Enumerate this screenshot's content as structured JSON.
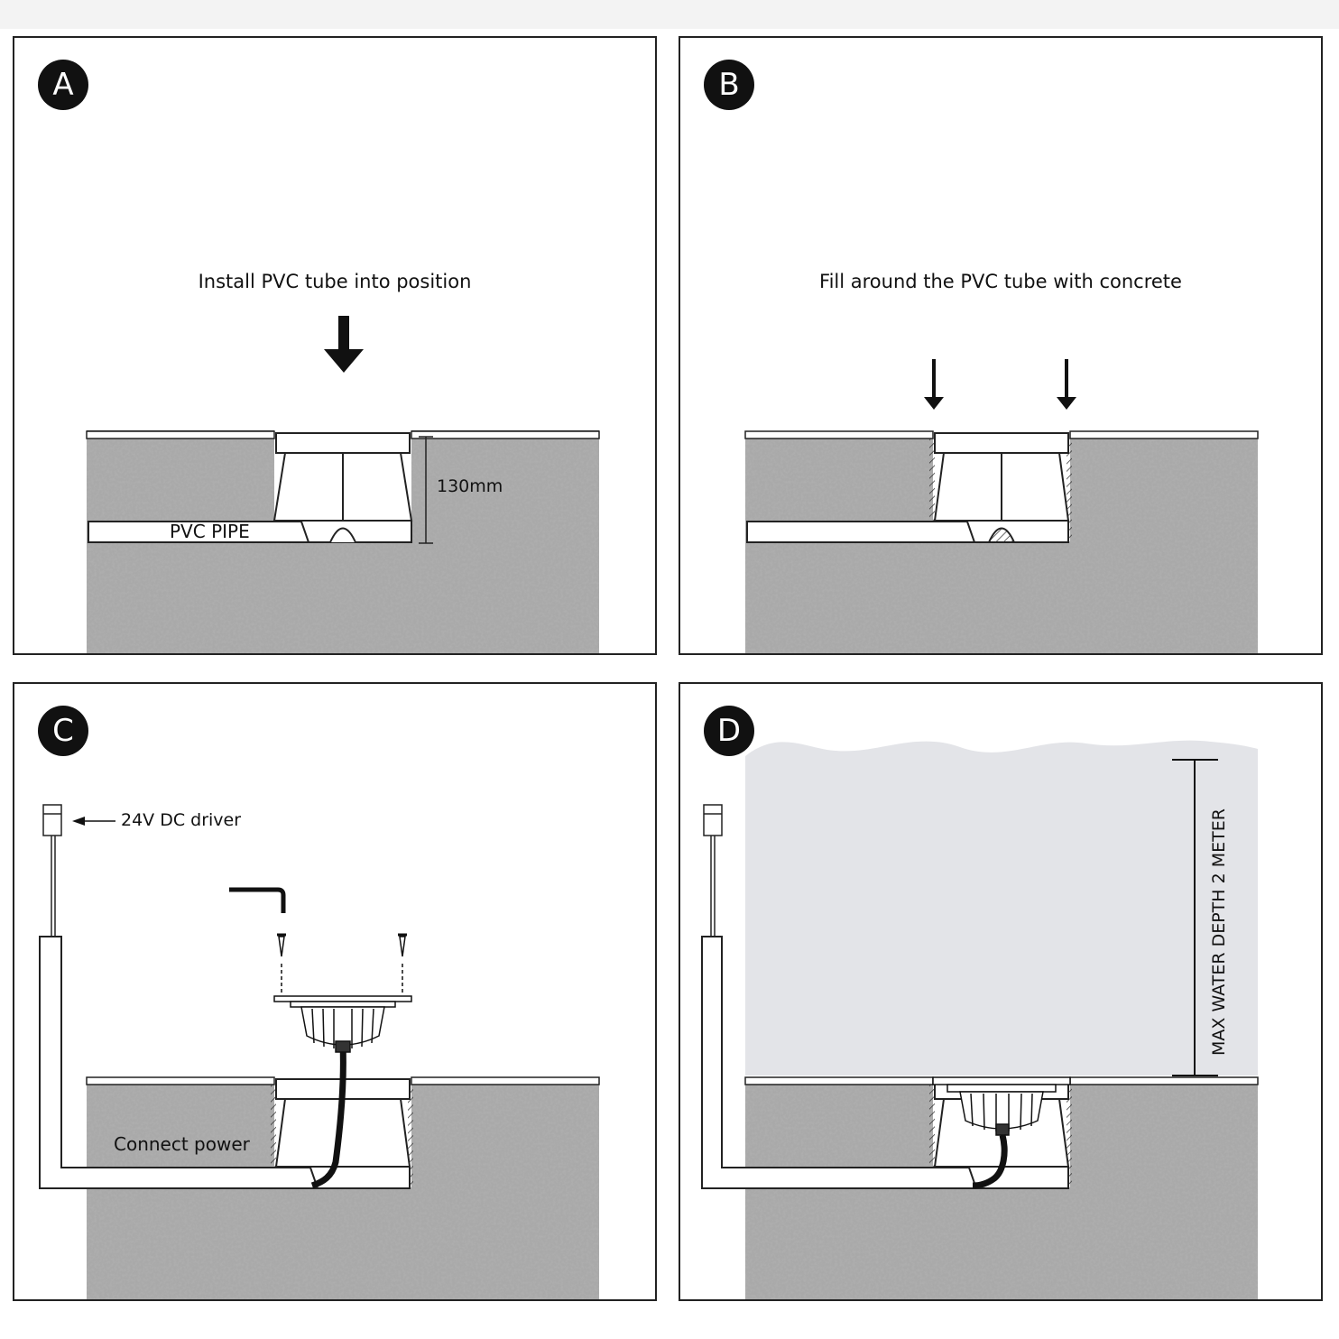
{
  "panels": {
    "a": {
      "badge": "A",
      "caption": "Install PVC tube into position",
      "pipe_label": "PVC PIPE",
      "dimension_label": "130mm"
    },
    "b": {
      "badge": "B",
      "caption": "Fill around the PVC tube with concrete"
    },
    "c": {
      "badge": "C",
      "driver_label": "24V DC driver",
      "power_label": "Connect power"
    },
    "d": {
      "badge": "D",
      "depth_label": "MAX WATER DEPTH 2 METER"
    }
  },
  "colors": {
    "concrete": "#a9a9a9",
    "water": "#e3e4e8",
    "ink": "#111111"
  }
}
